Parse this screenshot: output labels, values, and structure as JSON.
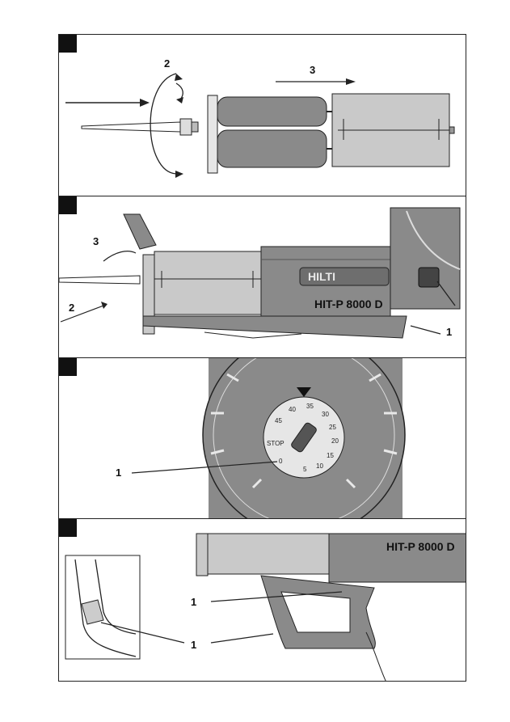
{
  "panels": [
    {
      "id": "step-1",
      "labels": {
        "arrow_rotate": "2",
        "arrow_slide": "3"
      }
    },
    {
      "id": "step-2",
      "labels": {
        "left_upper": "3",
        "left_lower": "2",
        "callout": "1",
        "model": "HIT-P 8000 D"
      }
    },
    {
      "id": "step-3",
      "labels": {
        "callout": "1"
      },
      "dial_marks": [
        "45",
        "40",
        "35",
        "30",
        "25",
        "20",
        "15",
        "10",
        "5",
        "0"
      ],
      "dial_stop": "STOP"
    },
    {
      "id": "step-4",
      "labels": {
        "callout_upper": "1",
        "callout_lower": "1",
        "model": "HIT-P 8000 D"
      }
    }
  ],
  "colors": {
    "body": "#8a8a8a",
    "body_dark": "#6e6e6e",
    "light": "#c9c9c9",
    "line": "#222222"
  }
}
